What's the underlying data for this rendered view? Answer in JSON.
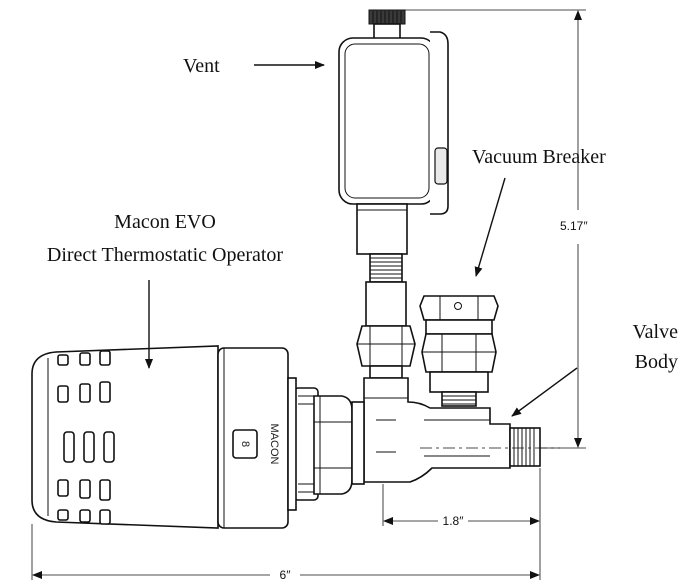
{
  "labels": {
    "vent": "Vent",
    "vacuum_breaker": "Vacuum Breaker",
    "operator_line1": "Macon EVO",
    "operator_line2": "Direct Thermostatic Operator",
    "valve_line1": "Valve",
    "valve_line2": "Body"
  },
  "dimensions": {
    "height": "5.17″",
    "outlet_length": "1.8″",
    "overall_length": "6″"
  },
  "operator_marking": {
    "brand": "MACON",
    "setting": "8"
  }
}
